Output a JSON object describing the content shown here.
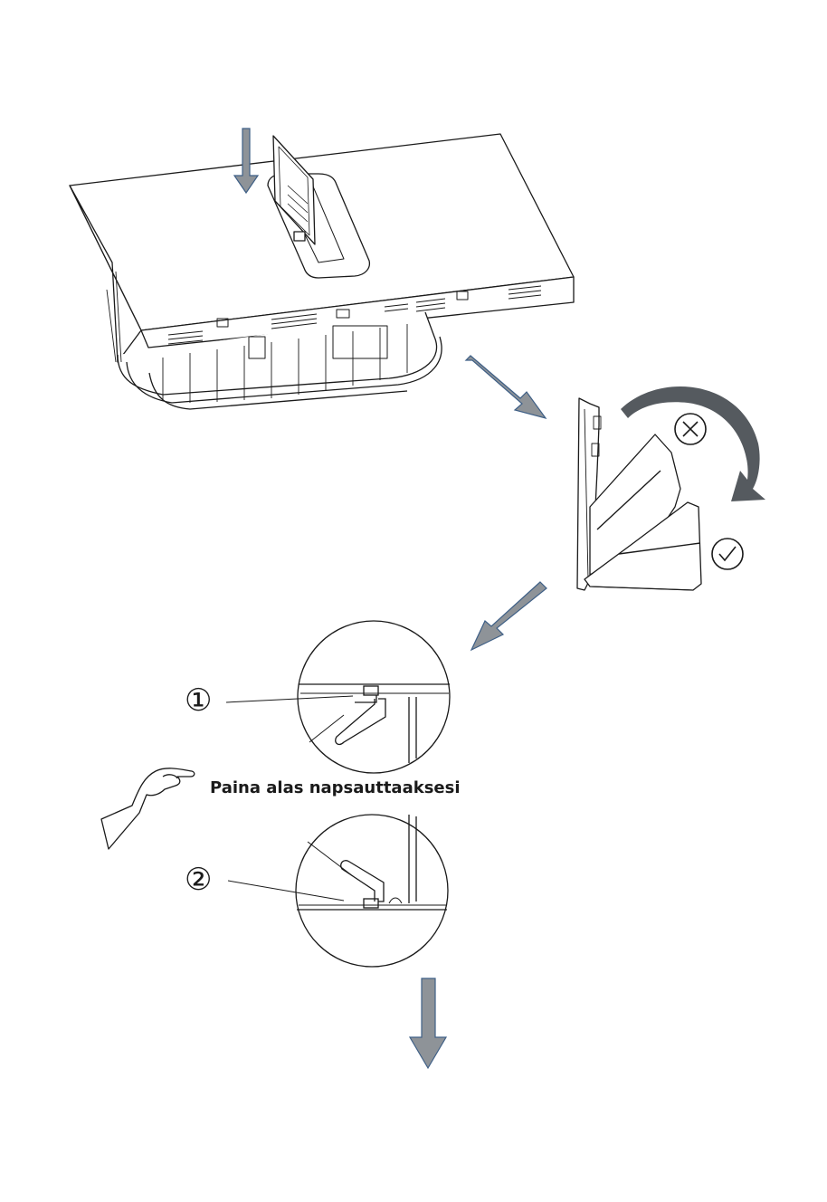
{
  "instruction": {
    "text": "Paina alas napsauttaaksesi"
  },
  "markers": {
    "step_1": "①",
    "step_2": "②"
  },
  "icons": {
    "wrong": "x-circle-icon",
    "correct": "check-circle-icon",
    "rotate": "curved-arrow-icon"
  },
  "colors": {
    "arrow_fill": "#8e9398",
    "arrow_stroke": "#3e5f86",
    "line": "#1a1a1a",
    "curved_arrow": "#555a5f"
  }
}
